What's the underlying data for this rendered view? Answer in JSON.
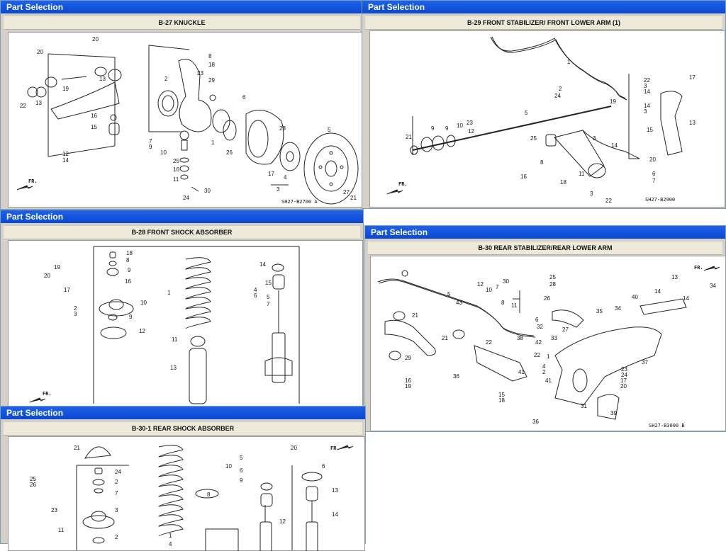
{
  "windows": {
    "w1": {
      "title": "Part Selection",
      "heading": "B-27 KNUCKLE",
      "code": "SH27-B2700 A",
      "fr": "FR.",
      "labels": [
        "20",
        "20",
        "19",
        "13",
        "22",
        "13",
        "16",
        "15",
        "12",
        "14",
        "8",
        "18",
        "23",
        "29",
        "2",
        "6",
        "7",
        "9",
        "10",
        "25",
        "16",
        "11",
        "30",
        "24",
        "1",
        "26",
        "28",
        "4",
        "17",
        "3",
        "5",
        "27",
        "21"
      ]
    },
    "w2": {
      "title": "Part Selection",
      "heading": "B-29 FRONT STABILIZER/ FRONT LOWER ARM (1)",
      "code": "SH27-B2900",
      "fr": "FR.",
      "labels": [
        "1",
        "22",
        "3",
        "14",
        "17",
        "2",
        "24",
        "19",
        "14",
        "3",
        "5",
        "23",
        "21",
        "9",
        "9",
        "10",
        "12",
        "13",
        "15",
        "25",
        "3",
        "14",
        "8",
        "16",
        "11",
        "20",
        "6",
        "7",
        "18",
        "3",
        "22"
      ]
    },
    "w3": {
      "title": "Part Selection",
      "heading": "B-28 FRONT SHOCK ABSORBER",
      "fr": "FR.",
      "labels": [
        "18",
        "8",
        "19",
        "20",
        "9",
        "16",
        "17",
        "10",
        "2",
        "3",
        "9",
        "12",
        "1",
        "11",
        "13",
        "14",
        "15",
        "4",
        "6",
        "5",
        "7"
      ]
    },
    "w4": {
      "title": "Part Selection",
      "heading": "B-30 REAR STABILIZER/REAR LOWER ARM",
      "code": "SH27-B3000 B",
      "fr": "FR.",
      "labels": [
        "13",
        "34",
        "14",
        "14",
        "40",
        "34",
        "25",
        "28",
        "12",
        "10",
        "7",
        "30",
        "5",
        "43",
        "26",
        "8",
        "11",
        "35",
        "21",
        "6",
        "38",
        "32",
        "27",
        "33",
        "21",
        "4",
        "2",
        "1",
        "29",
        "22",
        "41",
        "22",
        "42",
        "36",
        "16",
        "19",
        "15",
        "18",
        "41",
        "23",
        "24",
        "17",
        "20",
        "37",
        "31",
        "39",
        "36"
      ]
    },
    "w5": {
      "title": "Part Selection",
      "heading": "B-30-1 REAR SHOCK ABSORBER",
      "fr": "FR.",
      "labels": [
        "21",
        "24",
        "2",
        "7",
        "25",
        "26",
        "23",
        "3",
        "11",
        "2",
        "10",
        "9",
        "8",
        "5",
        "6",
        "20",
        "6",
        "13",
        "14",
        "12",
        "1",
        "4"
      ]
    }
  },
  "colors": {
    "titlebar": "#0a49d0",
    "panel": "#d4d0c8",
    "heading_bg": "#ece9d8"
  }
}
